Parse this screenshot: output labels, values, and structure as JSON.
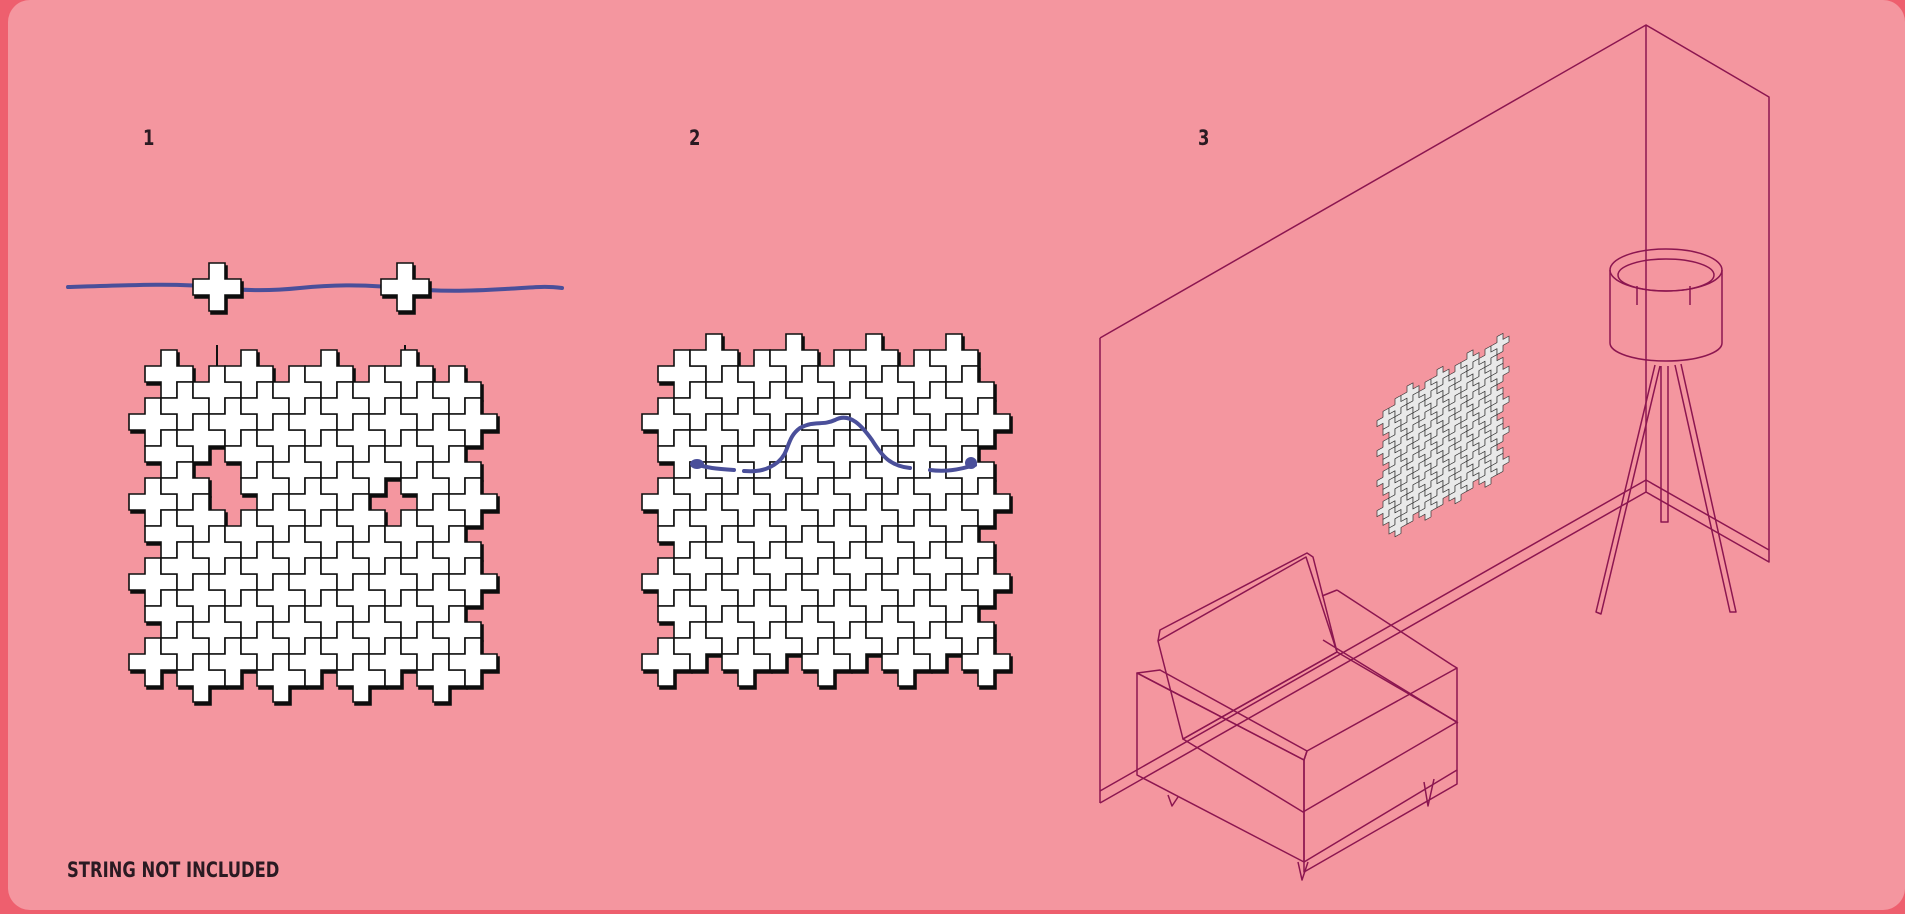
{
  "steps": [
    {
      "number": "1"
    },
    {
      "number": "2"
    },
    {
      "number": "3"
    }
  ],
  "note": "STRING NOT INCLUDED",
  "colors": {
    "background": "#f4969f",
    "border": "#ee5f6e",
    "tile": "#ffffff",
    "outline": "#111111",
    "string": "#4a4f9a",
    "room_line": "#8c1650",
    "text": "#2a1a22"
  }
}
